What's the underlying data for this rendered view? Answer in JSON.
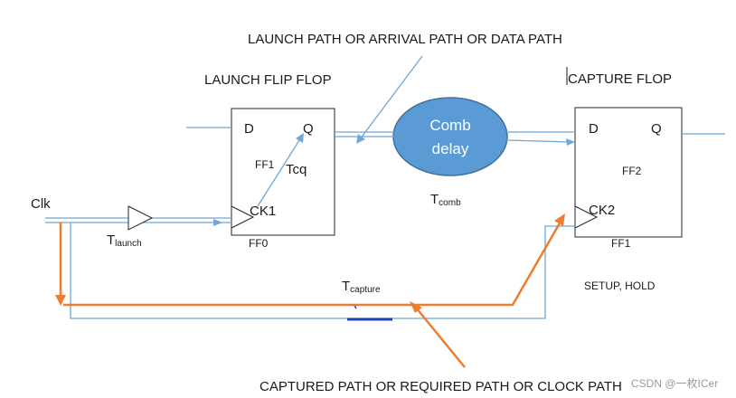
{
  "titles": {
    "launch_path": "LAUNCH PATH OR ARRIVAL PATH OR DATA PATH",
    "launch_ff": "LAUNCH FLIP FLOP",
    "capture_ff": "CAPTURE FLOP",
    "captured_path": "CAPTURED PATH OR REQUIRED PATH OR CLOCK PATH"
  },
  "ff_left": {
    "d": "D",
    "q": "Q",
    "name": "FF1",
    "ck": "CK1",
    "below": "FF0",
    "tcq": "Tcq"
  },
  "ff_right": {
    "d": "D",
    "q": "Q",
    "name": "FF2",
    "ck": "CK2",
    "below": "FF1",
    "note": "SETUP, HOLD"
  },
  "comb": {
    "line1": "Comb",
    "line2": "delay",
    "t_main": "T",
    "t_sub": "comb"
  },
  "clock": {
    "clk": "Clk",
    "tlaunch_main": "T",
    "tlaunch_sub": "launch",
    "tcapture_main": "T",
    "tcapture_sub": "capture"
  },
  "watermark": "CSDN @一枚ICer",
  "colors": {
    "wire": "#6fa7d8",
    "orange": "#ed7d31",
    "comb_fill": "#5b9bd5",
    "comb_stroke": "#41719c",
    "marker": "#1f3fbf"
  }
}
